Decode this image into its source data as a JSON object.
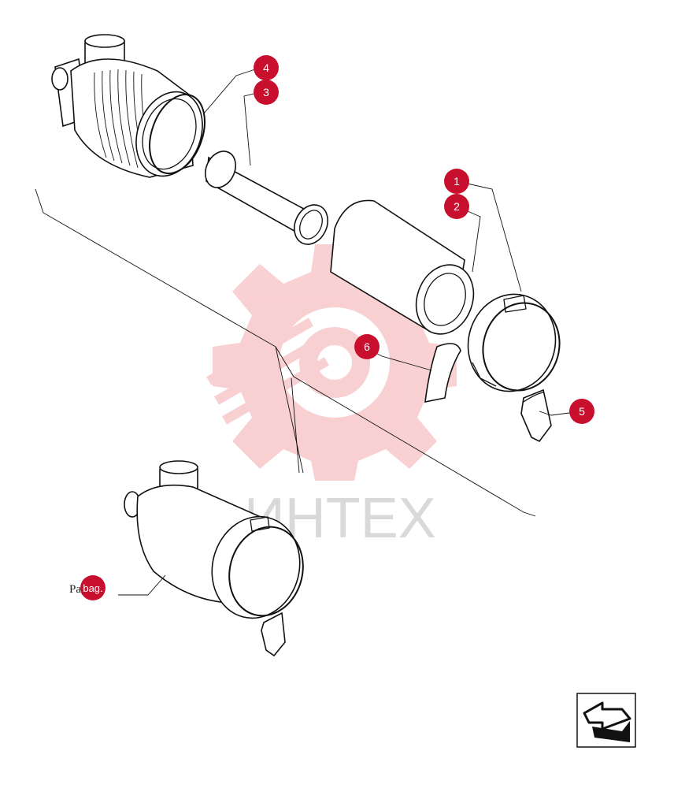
{
  "watermark": {
    "text": "ИНТЕХ",
    "color": "#f07a80"
  },
  "callouts": [
    {
      "label": "1"
    },
    {
      "label": "2"
    },
    {
      "label": "3"
    },
    {
      "label": "4"
    },
    {
      "label": "5"
    },
    {
      "label": "6"
    }
  ],
  "reference": {
    "text": "Pag. 1",
    "marker_label": "bag."
  },
  "colors": {
    "callout": "#c8102e",
    "line": "#111111",
    "background": "#ffffff"
  },
  "nav": {
    "icon": "next-page-arrow-icon"
  }
}
